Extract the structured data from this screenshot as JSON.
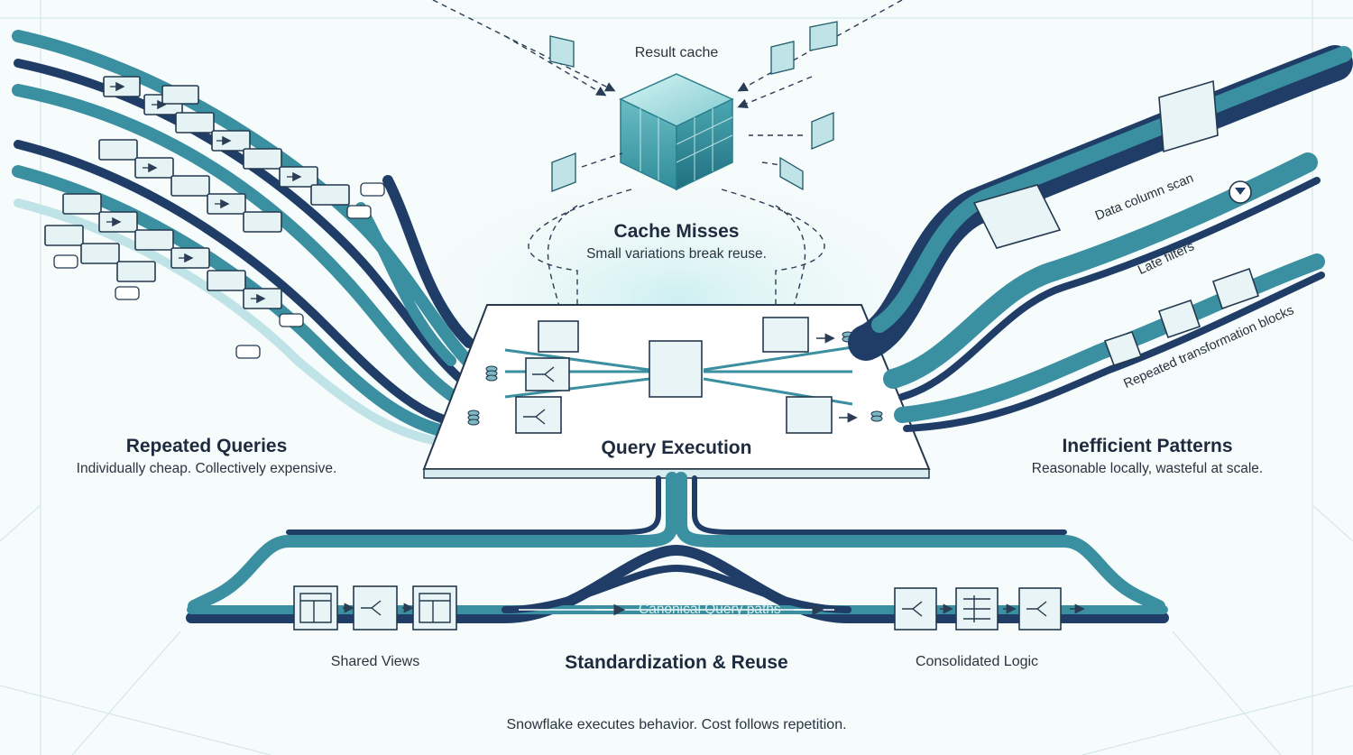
{
  "result_cache": {
    "label": "Result cache"
  },
  "cache_misses": {
    "title": "Cache Misses",
    "subtitle": "Small variations break reuse."
  },
  "repeated_queries": {
    "title": "Repeated Queries",
    "subtitle": "Individually cheap. Collectively expensive."
  },
  "query_execution": {
    "title": "Query Execution"
  },
  "inefficient_patterns": {
    "title": "Inefficient Patterns",
    "subtitle": "Reasonable locally, wasteful at scale.",
    "data_column_scan": "Data column scan",
    "late_filters": "Late filters",
    "repeated_transformation_blocks": "Repeated transformation blocks"
  },
  "standardization": {
    "title": "Standardization & Reuse",
    "canonical_query_paths": "Canonical Query paths",
    "shared_views": "Shared Views",
    "consolidated_logic": "Consolidated Logic"
  },
  "footer": {
    "tagline": "Snowflake executes behavior. Cost follows repetition."
  },
  "colors": {
    "teal": "#3a8fa0",
    "navy": "#1f3d66",
    "light_teal": "#bfe3e6",
    "background": "#f6fbfb"
  }
}
